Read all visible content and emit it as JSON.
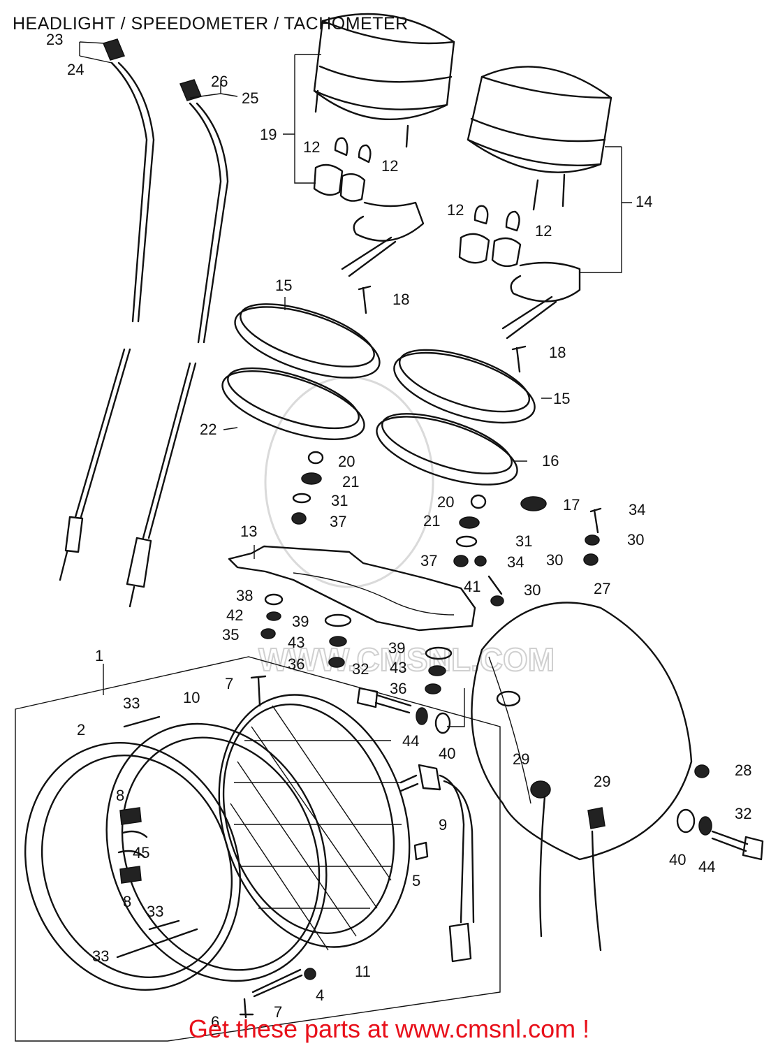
{
  "title": "HEADLIGHT / SPEEDOMETER /  TACHOMETER",
  "watermark": "WWW.CMSNL.COM",
  "promo_text": "Get these parts at www.cmsnl.com !",
  "callouts": [
    "1",
    "2",
    "4",
    "5",
    "6",
    "7",
    "7",
    "8",
    "8",
    "9",
    "10",
    "11",
    "12",
    "12",
    "12",
    "12",
    "13",
    "14",
    "15",
    "15",
    "16",
    "17",
    "18",
    "18",
    "19",
    "20",
    "20",
    "21",
    "21",
    "22",
    "23",
    "24",
    "25",
    "26",
    "27",
    "28",
    "29",
    "29",
    "30",
    "30",
    "30",
    "31",
    "31",
    "32",
    "32",
    "33",
    "33",
    "33",
    "34",
    "34",
    "35",
    "36",
    "36",
    "37",
    "37",
    "38",
    "39",
    "39",
    "40",
    "40",
    "41",
    "42",
    "43",
    "43",
    "44",
    "44",
    "45"
  ]
}
